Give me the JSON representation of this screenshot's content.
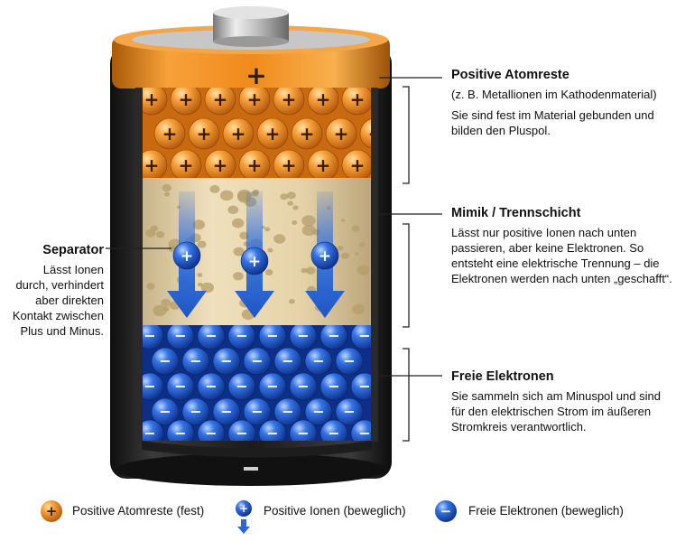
{
  "battery": {
    "top_symbol": "+",
    "bottom_symbol": "–",
    "ion_symbol": "+",
    "electron_symbol": "−"
  },
  "labels": {
    "separator": {
      "title": "Separator",
      "text": "Lässt Ionen durch, verhindert aber direkten Kontakt zwischen Plus und Minus."
    },
    "positive_atoms": {
      "title": "Positive Atomreste",
      "subtitle": "(z. B. Metallionen im Kathodenmaterial)",
      "text": "Sie sind fest im Material gebunden und bilden den Pluspol."
    },
    "mimik": {
      "title": "Mimik / Trennschicht",
      "text": "Lässt nur positive Ionen nach unten passieren, aber keine Elektronen. So entsteht eine elektrische Trennung – die Elektronen werden nach unten „geschafft“."
    },
    "free_electrons": {
      "title": "Freie Elektronen",
      "text": "Sie sammeln sich am Minuspol und sind für den elektrischen Strom im äußeren Stromkreis verantwortlich."
    }
  },
  "legend": [
    {
      "symbol": "+",
      "text": "Positive Atomreste (fest)"
    },
    {
      "symbol": "+",
      "text": "Positive Ionen (beweglich)"
    },
    {
      "symbol": "−",
      "text": "Freie Elektronen (beweglich)"
    }
  ],
  "colors": {
    "orange": "#f08a1c",
    "blue": "#1e5bd6",
    "foam": "#e9d7b0",
    "casing": "#1c1c1c",
    "leader": "#222222"
  }
}
